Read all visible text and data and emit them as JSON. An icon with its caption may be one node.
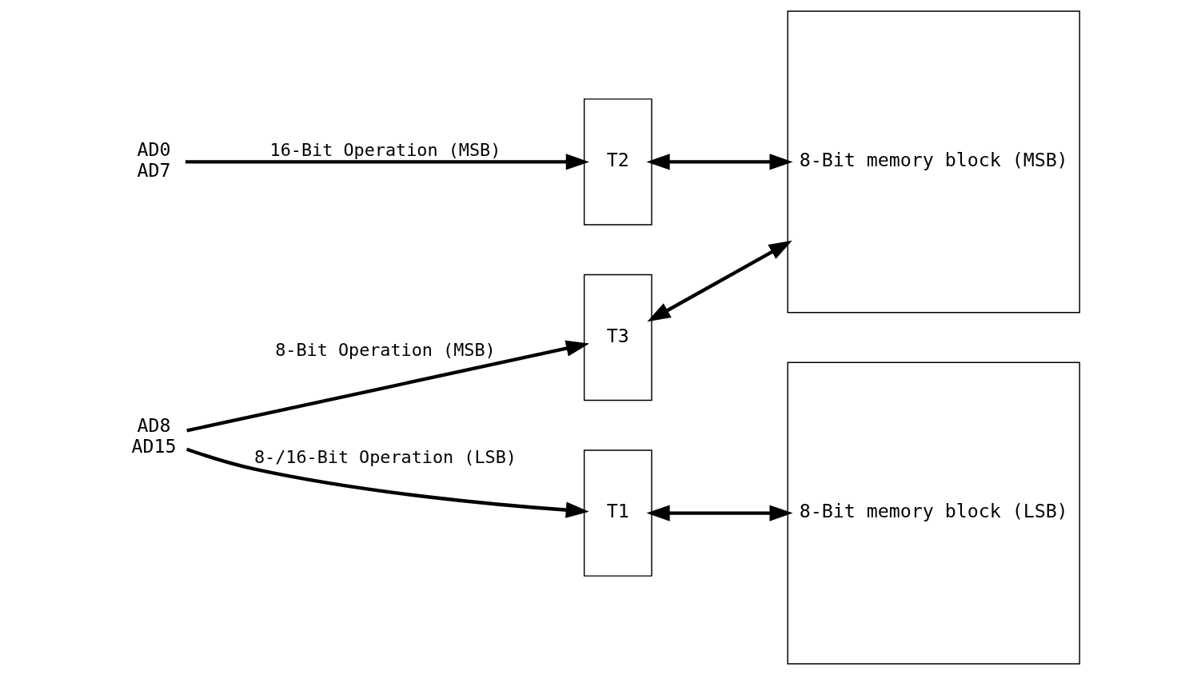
{
  "diagram": {
    "nodes": [
      {
        "text": [
          "AD0",
          "AD7"
        ]
      },
      {
        "text": [
          "T2"
        ]
      },
      {
        "text": [
          "T3"
        ]
      },
      {
        "text": [
          "T1"
        ]
      },
      {
        "text": [
          "8-Bit memory block (MSB)"
        ]
      },
      {
        "text": [
          "8-Bit memory block (LSB)"
        ]
      },
      {
        "text": [
          "AD8",
          "AD15"
        ]
      }
    ],
    "edges": [
      {
        "from": 0,
        "to": 1,
        "arrow": "to",
        "label": "16-Bit Operation (MSB)"
      },
      {
        "from": 6,
        "to": 2,
        "arrow": "to",
        "label": "8-Bit Operation (MSB)"
      },
      {
        "from": 6,
        "to": 3,
        "arrow": "to",
        "label": "8-/16-Bit Operation (LSB)"
      },
      {
        "from": 1,
        "to": 4,
        "arrow": "both"
      },
      {
        "from": 2,
        "to": 4,
        "arrow": "both"
      },
      {
        "from": 3,
        "to": 5,
        "arrow": "both"
      }
    ]
  }
}
